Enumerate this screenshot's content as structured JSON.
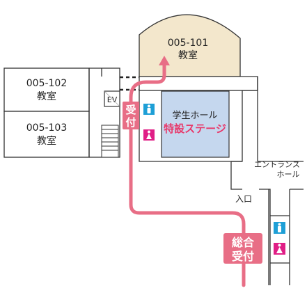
{
  "rooms": {
    "room_101": {
      "number": "005-101",
      "name": "教室"
    },
    "room_102": {
      "number": "005-102",
      "name": "教室"
    },
    "room_103": {
      "number": "005-103",
      "name": "教室"
    }
  },
  "elevator_label": "EV",
  "reception_label": [
    "受",
    "付"
  ],
  "student_hall": {
    "name": "学生ホール",
    "event": "特設ステージ"
  },
  "entrance_hall": [
    "エントランス",
    "ホール"
  ],
  "entrance_label": "入口",
  "general_reception_label": [
    "総合",
    "受付"
  ],
  "icons": [
    "male-restroom-icon",
    "female-restroom-icon"
  ],
  "colors": {
    "route": "#e86e86",
    "route_label": "#e8386a",
    "stage_fill": "#c5d7ee",
    "room_101_fill": "#f3e7cc",
    "male_icon": "#1e9fd6",
    "female_icon": "#e01e86"
  }
}
